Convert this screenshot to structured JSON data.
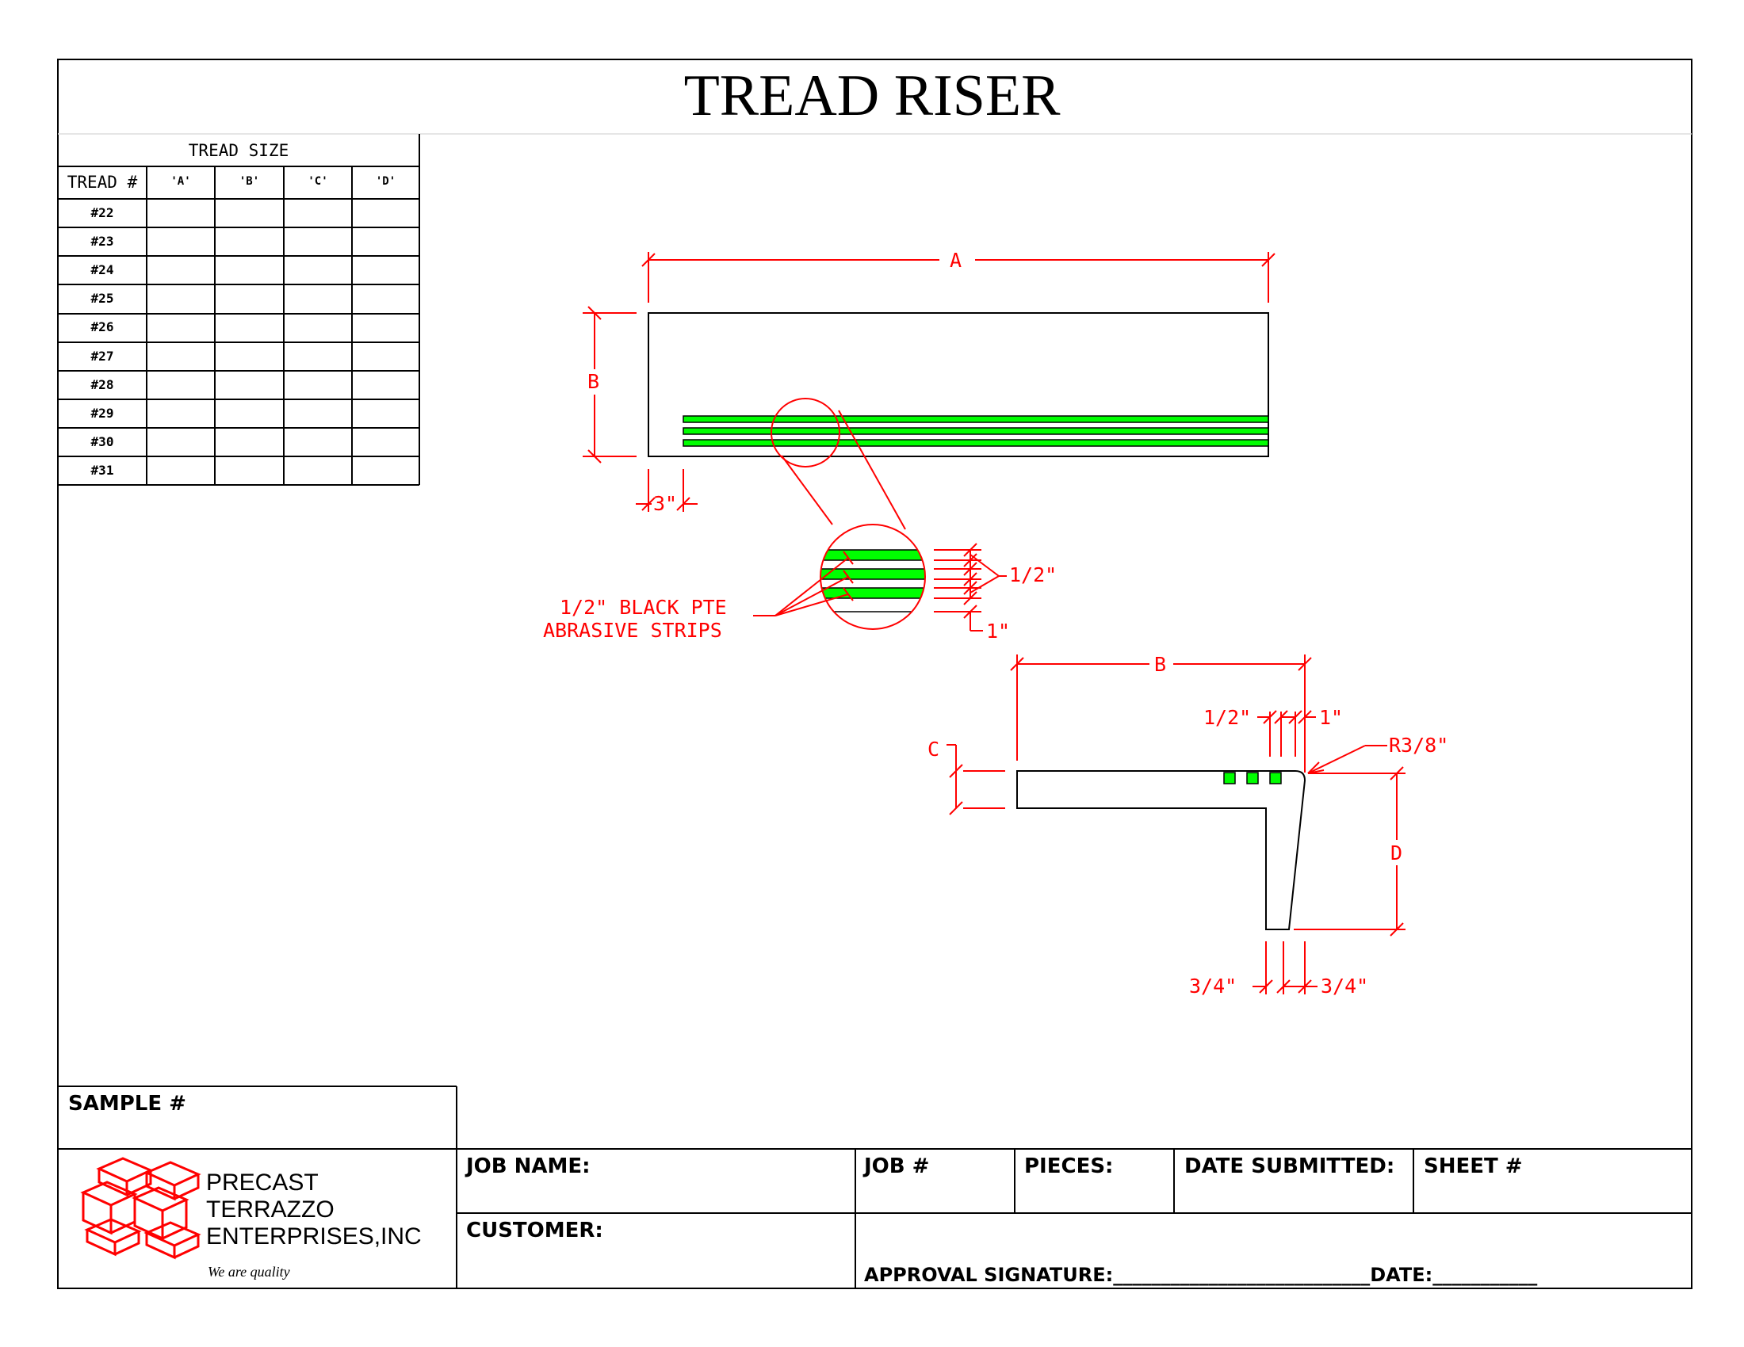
{
  "title": "TREAD RISER",
  "tread_table": {
    "heading": "TREAD SIZE",
    "columns": [
      "TREAD #",
      "'A'",
      "'B'",
      "'C'",
      "'D'"
    ],
    "rows": [
      "#22",
      "#23",
      "#24",
      "#25",
      "#26",
      "#27",
      "#28",
      "#29",
      "#30",
      "#31"
    ]
  },
  "plan_view": {
    "dim_a": "A",
    "dim_b": "B",
    "dim_offset": "3\""
  },
  "detail": {
    "dim_strip": "1/2\"",
    "dim_edge": "1\"",
    "callout_line1": "1/2\" BLACK PTE",
    "callout_line2": "ABRASIVE STRIPS"
  },
  "section_view": {
    "dim_b": "B",
    "dim_c": "C",
    "dim_d": "D",
    "dim_half": "1/2\"",
    "dim_one": "1\"",
    "dim_radius": "R3/8\"",
    "dim_three_quarter_left": "3/4\"",
    "dim_three_quarter_right": "3/4\""
  },
  "title_block": {
    "sample": "SAMPLE #",
    "job_name": "JOB NAME:",
    "job_number": "JOB #",
    "pieces": "PIECES:",
    "date_submitted": "DATE SUBMITTED:",
    "sheet": "SHEET #",
    "customer": "CUSTOMER:",
    "approval": "APPROVAL SIGNATURE:___________________________DATE:___________"
  },
  "logo": {
    "line1": "PRECAST",
    "line2": "TERRAZZO",
    "line3": "ENTERPRISES,INC",
    "tagline": "We are quality"
  },
  "colors": {
    "dimension": "#ff0000",
    "strip": "#00ff00",
    "line": "#000000"
  }
}
